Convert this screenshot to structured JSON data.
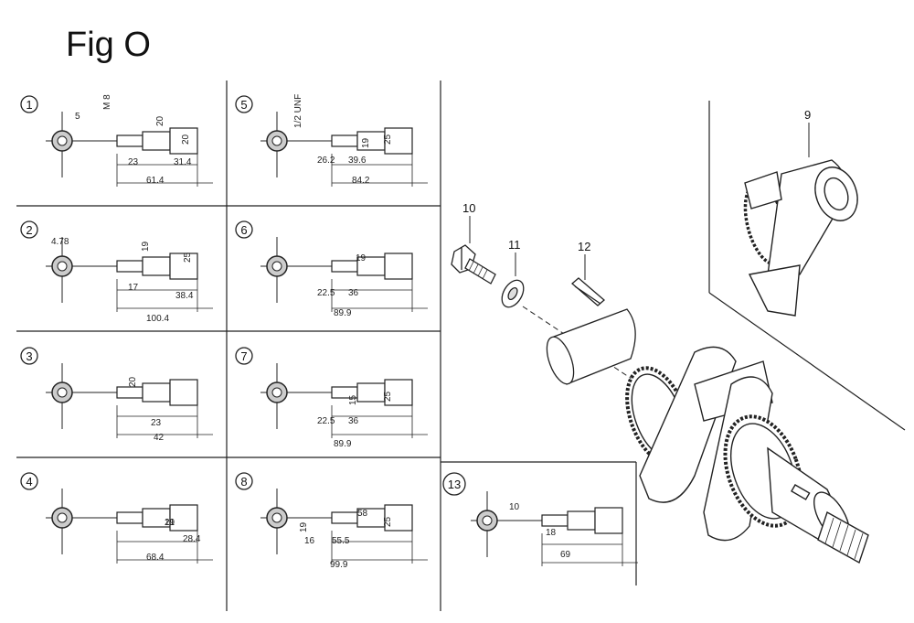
{
  "title": "Fig O",
  "panels": [
    {
      "id": "1",
      "dims": [
        "5",
        "M 8",
        "20",
        "20",
        "23",
        "31.4",
        "61.4"
      ]
    },
    {
      "id": "2",
      "dims": [
        "4.78",
        "19",
        "25",
        "17",
        "38.4",
        "100.4"
      ]
    },
    {
      "id": "3",
      "dims": [
        "20",
        "23",
        "42"
      ]
    },
    {
      "id": "4",
      "dims": [
        "21",
        "19",
        "28.4",
        "68.4"
      ]
    },
    {
      "id": "5",
      "dims": [
        "1/2 UNF",
        "19",
        "25",
        "26.2",
        "39.6",
        "84.2"
      ]
    },
    {
      "id": "6",
      "dims": [
        "19",
        "22.5",
        "36",
        "89.9"
      ]
    },
    {
      "id": "7",
      "dims": [
        "15",
        "25",
        "22.5",
        "36",
        "89.9"
      ]
    },
    {
      "id": "8",
      "dims": [
        "19",
        "58",
        "25",
        "16",
        "55.5",
        "99.9"
      ]
    },
    {
      "id": "13",
      "dims": [
        "10",
        "18",
        "69"
      ]
    }
  ],
  "callouts": [
    "9",
    "10",
    "11",
    "12"
  ]
}
